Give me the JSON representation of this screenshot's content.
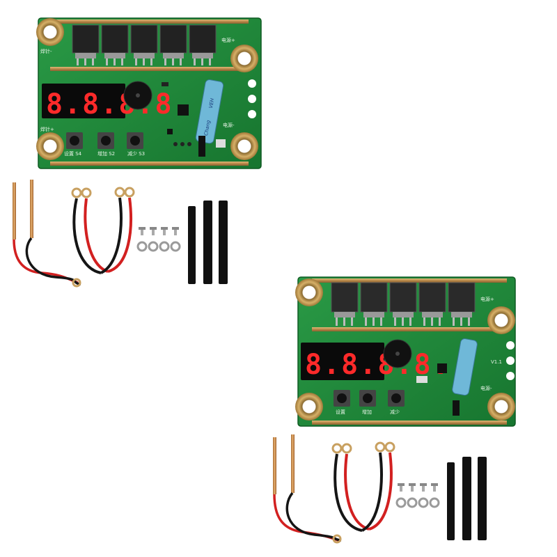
{
  "kit_top": {
    "display_digits": "8.8.8.8.",
    "buttons": [
      "设置 S4",
      "增加 S2",
      "减少 S3"
    ],
    "labels": {
      "power_pos": "电源+",
      "power_neg": "电源-",
      "weld_pos": "焊针+",
      "weld_neg": "焊针-"
    },
    "capacitor_text": "Chang",
    "capacitor_text2": "VEH"
  },
  "kit_bottom": {
    "display_digits": "8.8.8.8.",
    "buttons": [
      "设置",
      "增加",
      "减少"
    ],
    "labels": {
      "power_pos": "电源+",
      "power_neg": "电源-",
      "version": "V1.1"
    }
  },
  "colors": {
    "pcb_green": "#1f8a3a",
    "pcb_light": "#2fa84a",
    "copper": "#c8a060",
    "ring_gold": "#c9a458",
    "wire_red": "#d22020",
    "wire_black": "#151515",
    "led_red": "#ff2a2a"
  }
}
